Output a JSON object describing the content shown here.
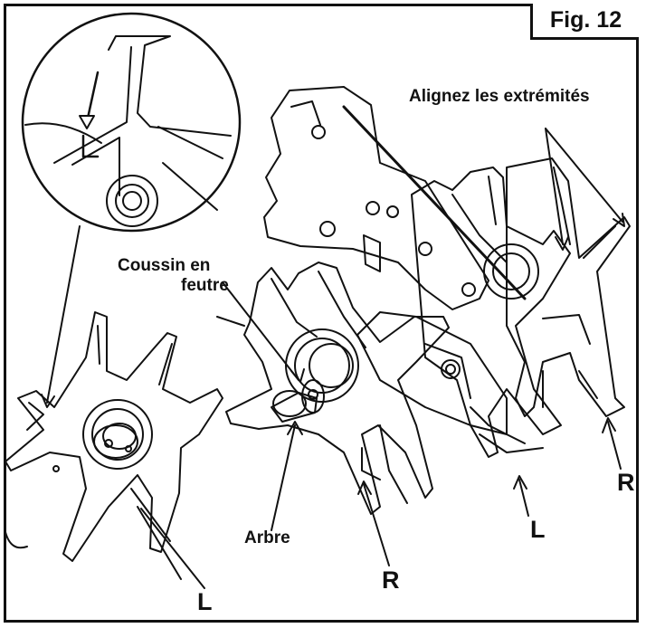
{
  "figure": {
    "label": "Fig. 12"
  },
  "callouts": {
    "align": "Alignez les extrémités",
    "cushion_line1": "Coussin en",
    "cushion_line2": "feutre",
    "shaft": "Arbre",
    "left_tine_bottom": "L",
    "right_tine_mid": "R",
    "left_tine_right": "L",
    "right_tine_right": "R"
  },
  "colors": {
    "line": "#111111",
    "background": "#ffffff"
  }
}
